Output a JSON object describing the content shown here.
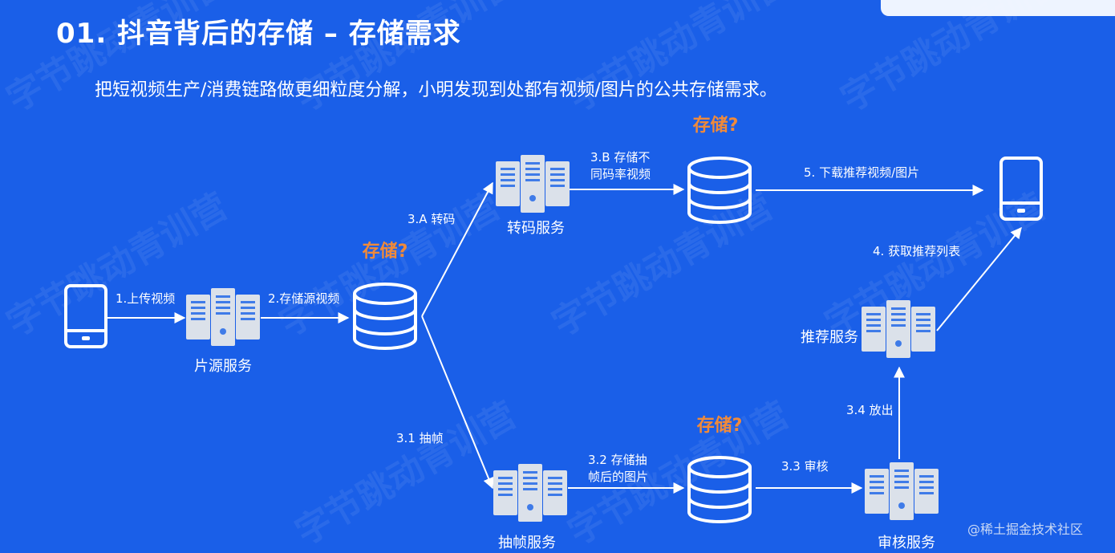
{
  "title": "01. 抖音背后的存储 – 存储需求",
  "subtitle": "把短视频生产/消费链路做更细粒度分解，小明发现到处都有视频/图片的公共存储需求。",
  "watermark": "字节跳动青训营",
  "credit": "@稀土掘金技术社区",
  "colors": {
    "background": "#1a5fe8",
    "server": "#dbe1ea",
    "server_accent": "#3f7be8",
    "question": "#f08a3a"
  },
  "nodes": {
    "source_service": "片源服务",
    "transcode_service": "转码服务",
    "frame_service": "抽帧服务",
    "recommend_service": "推荐服务",
    "review_service": "审核服务",
    "storage_question": "存储?"
  },
  "edges": {
    "upload": "1.上传视频",
    "store_source": "2.存储源视频",
    "transcode": "3.A 转码",
    "store_bitrate_line1": "3.B 存储不",
    "store_bitrate_line2": "同码率视频",
    "extract_frames": "3.1 抽帧",
    "store_frames_line1": "3.2 存储抽",
    "store_frames_line2": "帧后的图片",
    "review": "3.3 审核",
    "release": "3.4 放出",
    "fetch_list": "4. 获取推荐列表",
    "download": "5. 下载推荐视频/图片"
  }
}
